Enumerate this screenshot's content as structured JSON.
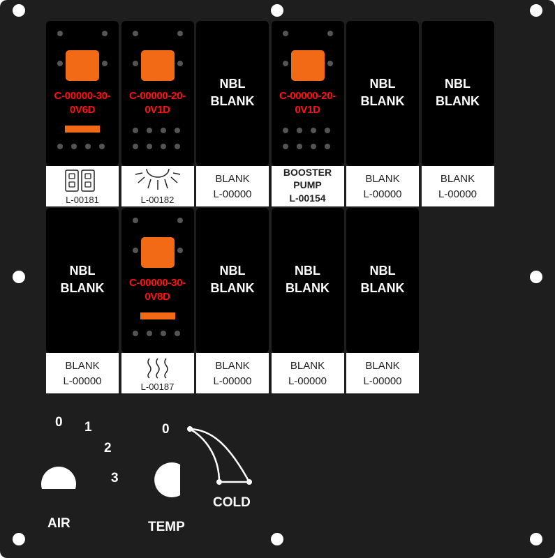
{
  "switch_row_1": [
    {
      "type": "lamp",
      "code_line1": "C-00000-30-",
      "code_line2": "0V6D",
      "bar": true,
      "label_icon": "double-outlet-icon",
      "label_code": "L-00181"
    },
    {
      "type": "lamp",
      "code_line1": "C-00000-20-",
      "code_line2": "0V1D",
      "bar": false,
      "label_icon": "light-rays-icon",
      "label_code": "L-00182"
    },
    {
      "type": "blank",
      "nbl_line1": "NBL",
      "nbl_line2": "BLANK",
      "label_line1": "BLANK",
      "label_line2": "L-00000"
    },
    {
      "type": "lamp",
      "code_line1": "C-00000-20-",
      "code_line2": "0V1D",
      "bar": false,
      "label_bold1": "BOOSTER",
      "label_bold2": "PUMP",
      "label_bold3": "L-00154"
    },
    {
      "type": "blank",
      "nbl_line1": "NBL",
      "nbl_line2": "BLANK",
      "label_line1": "BLANK",
      "label_line2": "L-00000"
    },
    {
      "type": "blank",
      "nbl_line1": "NBL",
      "nbl_line2": "BLANK",
      "label_line1": "BLANK",
      "label_line2": "L-00000"
    }
  ],
  "switch_row_2": [
    {
      "type": "blank",
      "nbl_line1": "NBL",
      "nbl_line2": "BLANK",
      "label_line1": "BLANK",
      "label_line2": "L-00000"
    },
    {
      "type": "lamp",
      "code_line1": "C-00000-30-",
      "code_line2": "0V8D",
      "bar": true,
      "label_icon": "heat-waves-icon",
      "label_code": "L-00187"
    },
    {
      "type": "blank",
      "nbl_line1": "NBL",
      "nbl_line2": "BLANK",
      "label_line1": "BLANK",
      "label_line2": "L-00000"
    },
    {
      "type": "blank",
      "nbl_line1": "NBL",
      "nbl_line2": "BLANK",
      "label_line1": "BLANK",
      "label_line2": "L-00000"
    },
    {
      "type": "blank",
      "nbl_line1": "NBL",
      "nbl_line2": "BLANK",
      "label_line1": "BLANK",
      "label_line2": "L-00000"
    }
  ],
  "air_knob": {
    "label": "AIR",
    "pos0": "0",
    "pos1": "1",
    "pos2": "2",
    "pos3": "3"
  },
  "temp_knob": {
    "label": "TEMP",
    "pos0": "0",
    "cold_label": "COLD"
  },
  "colors": {
    "panel": "#1e1e1e",
    "lamp": "#f26a16",
    "code_text": "#ff1111"
  }
}
